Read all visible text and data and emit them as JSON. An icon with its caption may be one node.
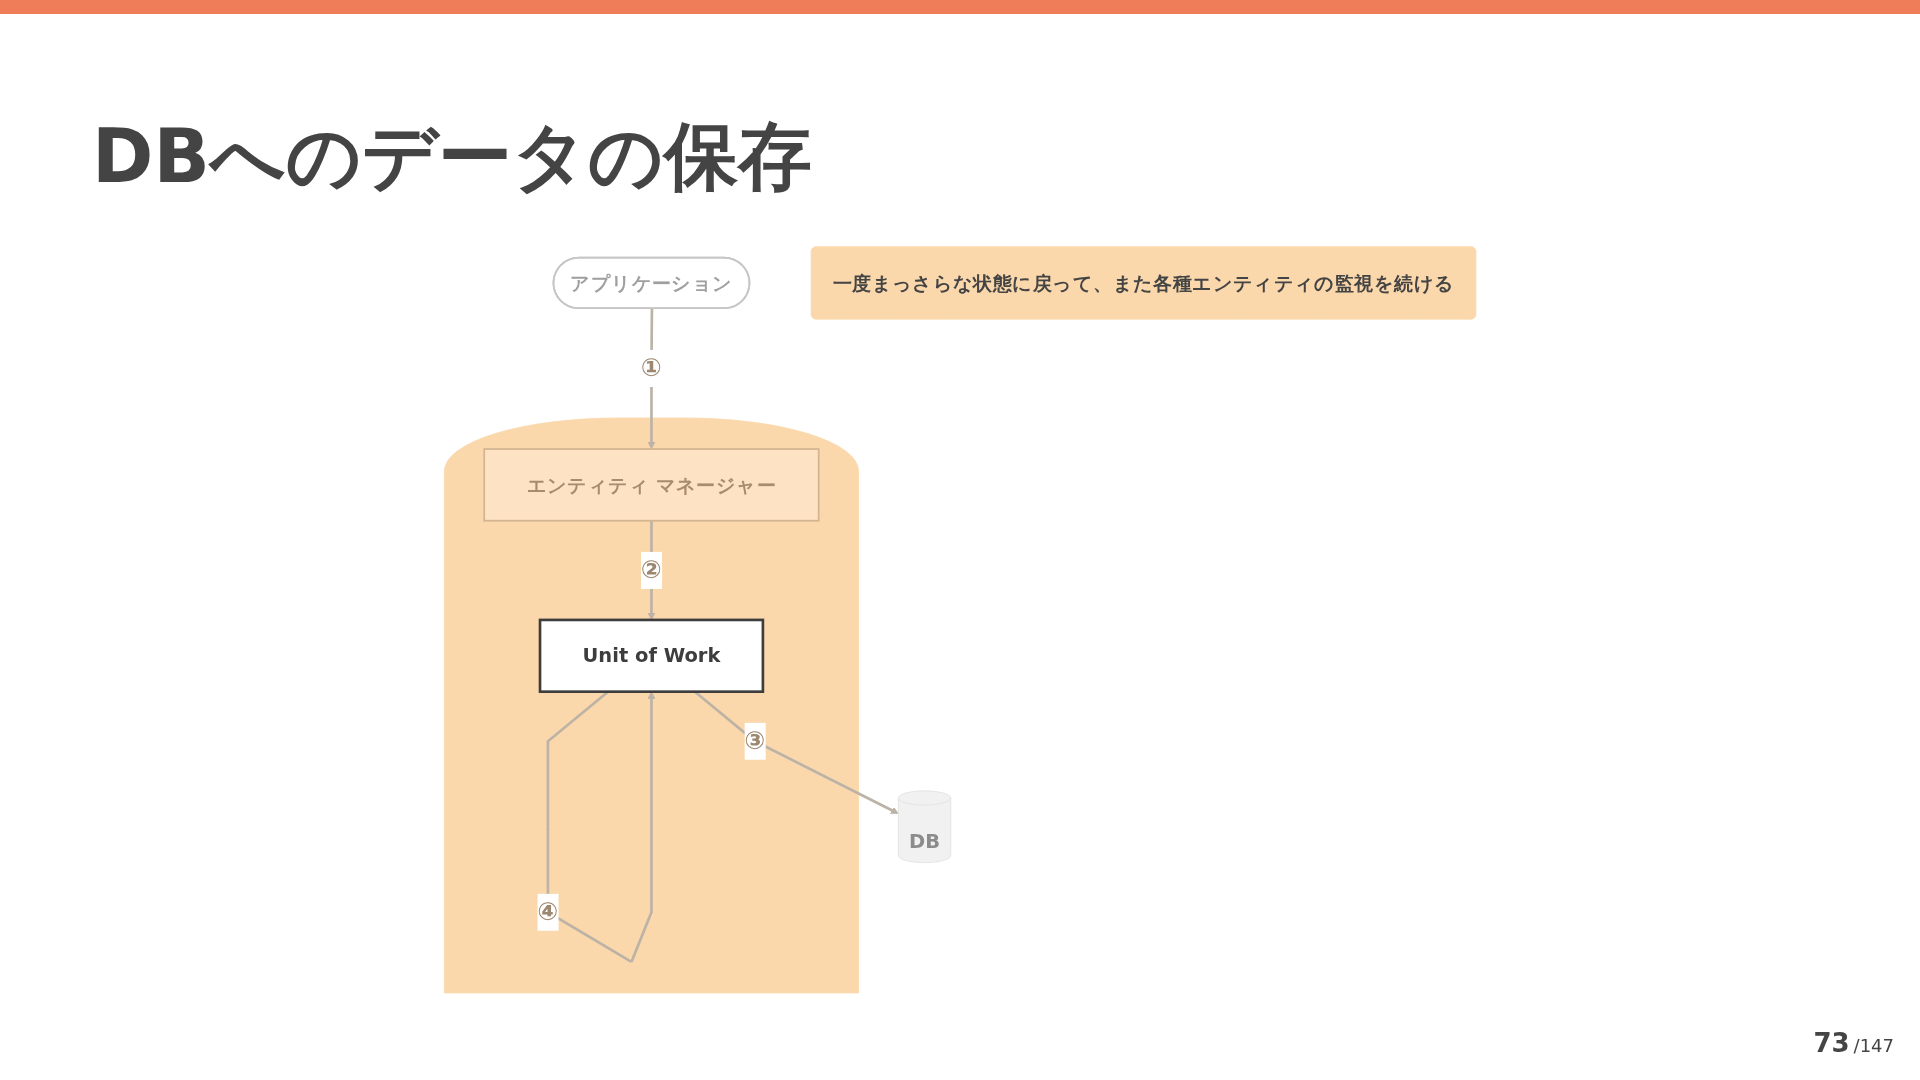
{
  "diagram": {
    "title": "DBへのデータの保存",
    "nodes": [
      {
        "text": [
          "アプリケーション"
        ]
      },
      {
        "text": [
          "一度まっさらな状態に戻って、また各種エンティティの監視を続ける"
        ]
      },
      {
        "text": [],
        "shape": "semicircle"
      },
      {
        "text": [
          "エンティティ マネージャー"
        ],
        "in": 2
      },
      {
        "text": [
          "DB"
        ]
      },
      {
        "text": [
          "Unit of Work"
        ],
        "in": 2
      }
    ],
    "edges": [
      {
        "from": 0,
        "to": 3,
        "arrow": "to",
        "label": "①"
      },
      {
        "from": 3,
        "to": 5,
        "arrow": "to",
        "label": "②"
      },
      {
        "from": 5,
        "to": 4,
        "arrow": "to",
        "label": "③"
      },
      {
        "from": 5,
        "to": 5,
        "arrow": "to",
        "label": "④"
      }
    ],
    "labels": [
      "73",
      "/147"
    ]
  }
}
